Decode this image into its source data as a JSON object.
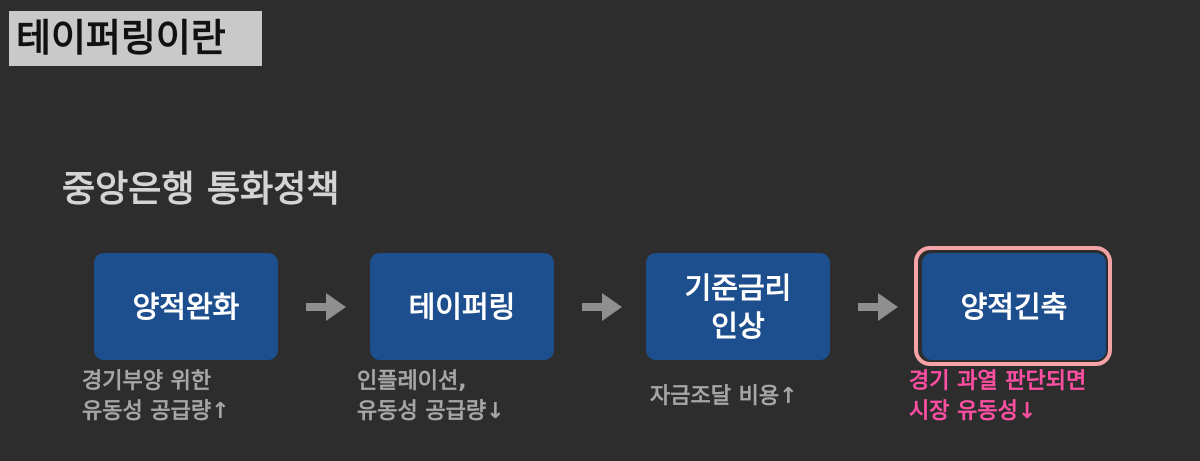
{
  "title": "테이퍼링이란",
  "subtitle": "중앙은행 통화정책",
  "colors": {
    "background": "#2d2d2d",
    "title_box": "#c9c9c9",
    "step_box": "#1d4e8e",
    "note_text": "#a6a6a6",
    "highlight_note": "#ff4fa3",
    "highlight_ring": "#f4a3a6"
  },
  "steps": [
    {
      "label": "양적완화",
      "note": "경기부양 위한\n유동성 공급량↑"
    },
    {
      "label": "테이퍼링",
      "note": "인플레이션,\n유동성 공급량↓"
    },
    {
      "label": "기준금리\n인상",
      "note": "자금조달 비용↑"
    },
    {
      "label": "양적긴축",
      "note": "경기 과열 판단되면\n시장 유동성↓",
      "highlighted": true
    }
  ],
  "arrow_icon": "right-arrow-icon"
}
